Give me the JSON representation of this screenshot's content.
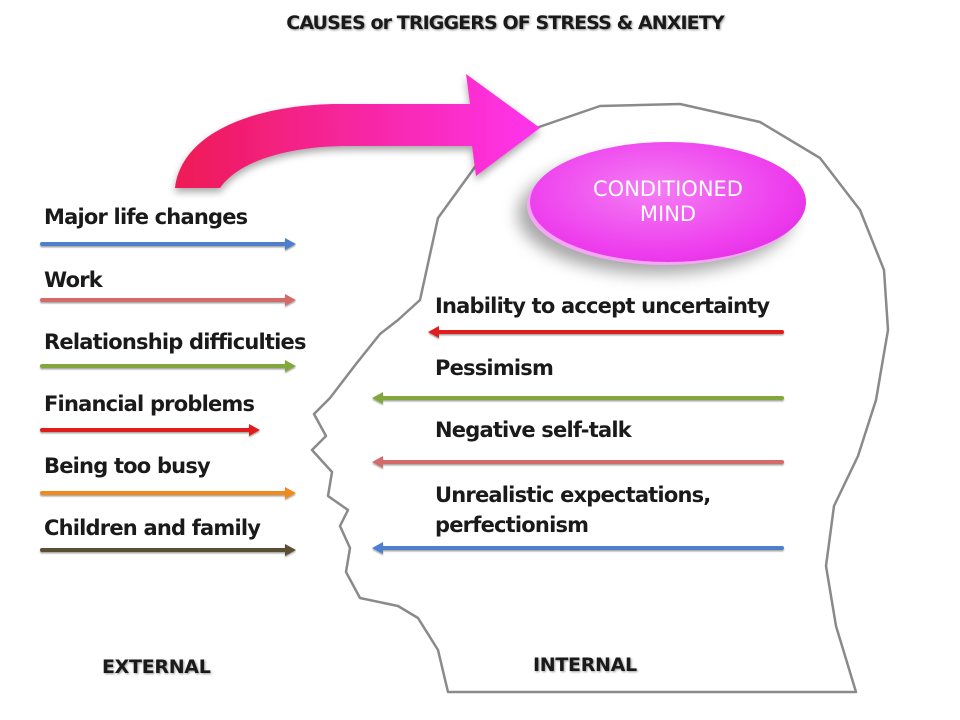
{
  "title": "CAUSES or TRIGGERS OF STRESS  & ANXIETY",
  "center_node": "CONDITIONED\nMIND",
  "external": {
    "heading": "EXTERNAL",
    "items": [
      {
        "label": "Major life changes",
        "color": "#4f7fcc"
      },
      {
        "label": "Work",
        "color": "#d46a6a"
      },
      {
        "label": "Relationship difficulties",
        "color": "#82a83c"
      },
      {
        "label": "Financial problems",
        "color": "#e01a1a"
      },
      {
        "label": "Being too busy",
        "color": "#f08a1c"
      },
      {
        "label": "Children and family",
        "color": "#5a5030"
      }
    ]
  },
  "internal": {
    "heading": "INTERNAL",
    "items": [
      {
        "label": "Inability to accept uncertainty",
        "color": "#e01a1a"
      },
      {
        "label": "Pessimism",
        "color": "#82a83c"
      },
      {
        "label": "Negative self-talk",
        "color": "#d46a6a"
      },
      {
        "label": "Unrealistic expectations,\nperfectionism",
        "color": "#4f7fcc"
      }
    ]
  },
  "colors": {
    "big_arrow_start": "#ee1a55",
    "big_arrow_end": "#ff33ee",
    "mind_fill": "#ee3fee",
    "head_outline": "#8a8a8a"
  }
}
